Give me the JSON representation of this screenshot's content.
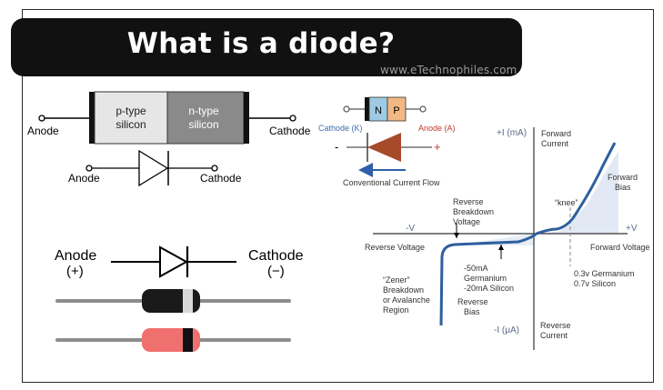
{
  "header": {
    "title": "What is a diode?",
    "watermark": "www.eTechnophiles.com"
  },
  "junction": {
    "p_label_1": "p-type",
    "p_label_2": "silicon",
    "n_label_1": "n-type",
    "n_label_2": "silicon",
    "anode": "Anode",
    "cathode": "Cathode"
  },
  "symbol_small": {
    "anode": "Anode",
    "cathode": "Cathode"
  },
  "symbol_large": {
    "anode": "Anode",
    "anode_sign": "(+)",
    "cathode": "Cathode",
    "cathode_sign": "(−)"
  },
  "packages": [
    {
      "body_color": "#1a1a1a",
      "band_color": "#d8d8d8"
    },
    {
      "body_color": "#f07070",
      "band_color": "#111111"
    }
  ],
  "pn_block": {
    "n": "N",
    "p": "P",
    "cathode": "Cathode (K)",
    "anode": "Anode (A)",
    "minus": "-",
    "plus": "+",
    "flow": "Conventional Current Flow",
    "n_color": "#9ecbe3",
    "p_color": "#f2b884",
    "arrow_color": "#a64b2a"
  },
  "graph": {
    "y_pos": "+I (mA)",
    "forward_current_1": "Forward",
    "forward_current_2": "Current",
    "forward_bias_1": "Forward",
    "forward_bias_2": "Bias",
    "knee": "“knee”",
    "x_neg": "-V",
    "x_pos": "+V",
    "reverse_voltage": "Reverse Voltage",
    "forward_voltage": "Forward Voltage",
    "rb_1": "Reverse",
    "rb_2": "Breakdown",
    "rb_3": "Voltage",
    "zener_1": "“Zener”",
    "zener_2": "Breakdown",
    "zener_3": "or Avalanche",
    "zener_4": "Region",
    "leak_1": "-50mA",
    "leak_2": "Germanium",
    "leak_3": "-20mA Silicon",
    "rev_bias_1": "Reverse",
    "rev_bias_2": "Bias",
    "vf_1": "0.3v Germanium",
    "vf_2": "0.7v Silicon",
    "y_neg": "-I (μA)",
    "reverse_current_1": "Reverse",
    "reverse_current_2": "Current",
    "curve_color": "#2e5f9e",
    "label_color": "#5a6a86"
  }
}
